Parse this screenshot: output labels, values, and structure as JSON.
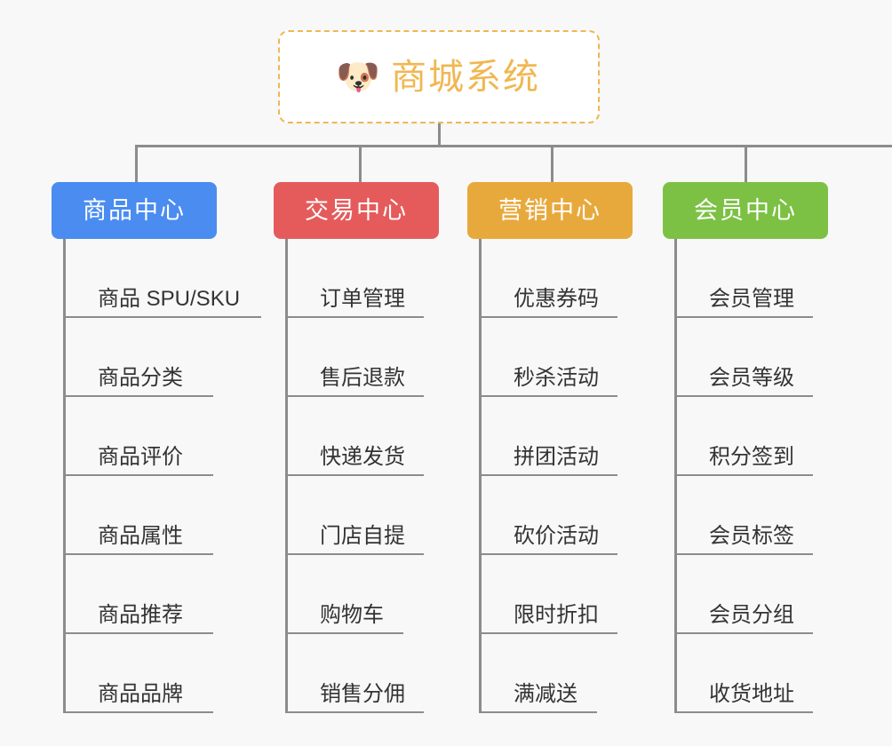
{
  "root": {
    "icon": "dog-face-emoji",
    "icon_glyph": "🐶",
    "title": "商城系统",
    "accent_color": "#f0b752"
  },
  "colors": {
    "background": "#f8f8f8",
    "connector": "#8c8c8c",
    "leaf_text": "#333333",
    "root_accent": "#f0b752",
    "category_blue": "#4a8cf0",
    "category_red": "#e55b5b",
    "category_orange": "#e8a93c",
    "category_green": "#7cc144"
  },
  "categories": [
    {
      "label": "商品中心",
      "color": "#4a8cf0",
      "items": [
        "商品 SPU/SKU",
        "商品分类",
        "商品评价",
        "商品属性",
        "商品推荐",
        "商品品牌"
      ]
    },
    {
      "label": "交易中心",
      "color": "#e55b5b",
      "items": [
        "订单管理",
        "售后退款",
        "快递发货",
        "门店自提",
        "购物车",
        "销售分佣"
      ]
    },
    {
      "label": "营销中心",
      "color": "#e8a93c",
      "items": [
        "优惠券码",
        "秒杀活动",
        "拼团活动",
        "砍价活动",
        "限时折扣",
        "满减送"
      ]
    },
    {
      "label": "会员中心",
      "color": "#7cc144",
      "items": [
        "会员管理",
        "会员等级",
        "积分签到",
        "会员标签",
        "会员分组",
        "收货地址"
      ]
    }
  ]
}
